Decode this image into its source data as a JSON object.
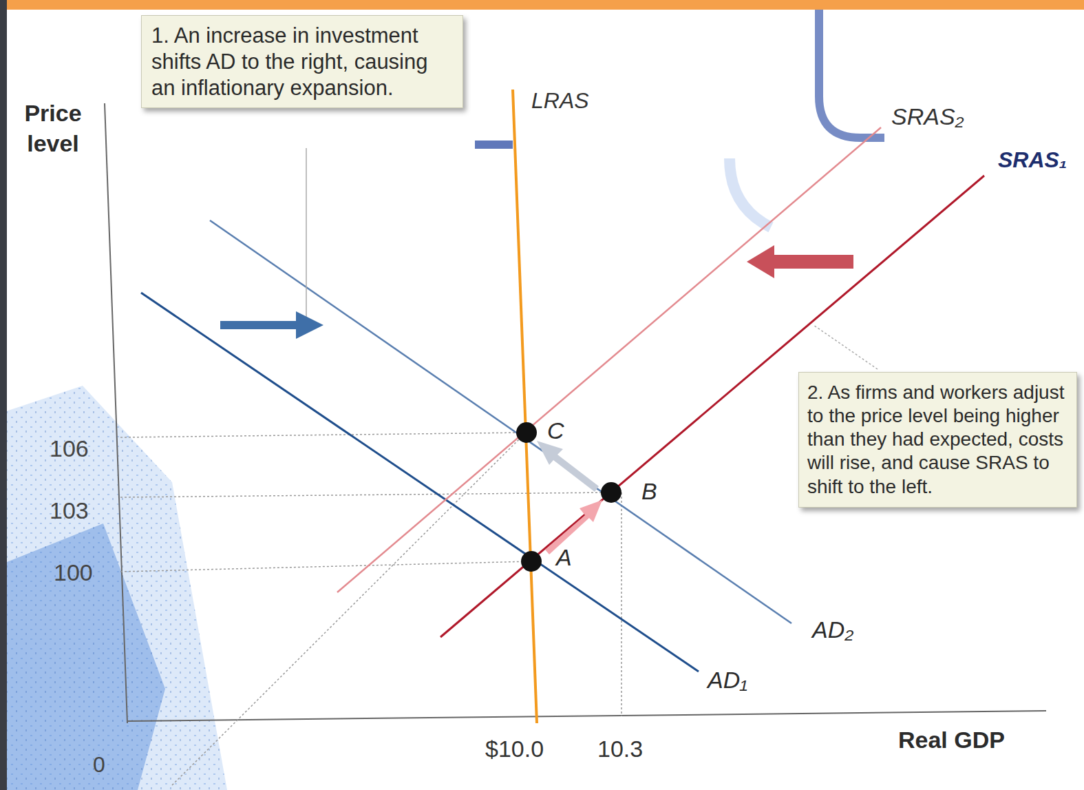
{
  "diagram": {
    "nodes": [
      {
        "text": [
          "1. An increase in investment shifts AD to the right, causing an inflationary expansion."
        ]
      },
      {
        "text": [
          "2. As firms and workers adjust to the price level being higher than they had expected, costs will rise, and cause SRAS to shift to the left."
        ]
      }
    ],
    "labels": [
      "Price level",
      "LRAS",
      "SRAS₂",
      "SRAS₁",
      "C",
      "B",
      "A",
      "106",
      "103",
      "100",
      "AD₂",
      "AD₁",
      "$10.0",
      "10.3",
      "Real GDP",
      "0"
    ]
  }
}
